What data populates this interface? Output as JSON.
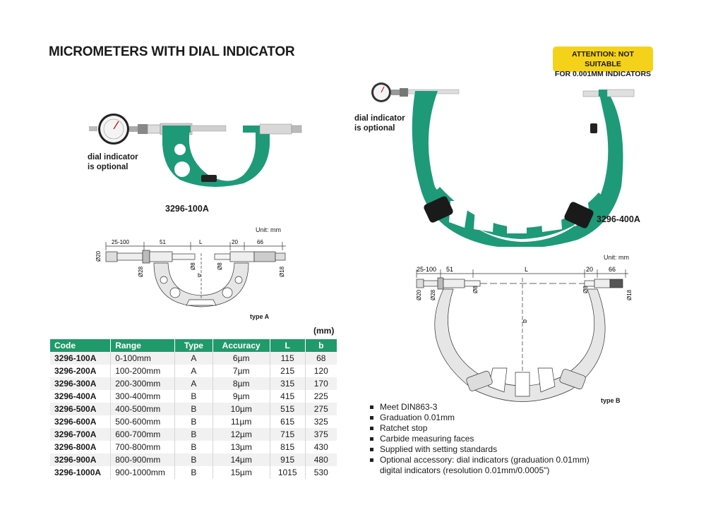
{
  "title": "MICROMETERS WITH DIAL INDICATOR",
  "attention": {
    "line1": "ATTENTION: NOT SUITABLE",
    "line2": "FOR 0.001MM INDICATORS"
  },
  "product_a": {
    "note_line1": "dial indicator",
    "note_line2": "is optional",
    "model": "3296-100A"
  },
  "product_b": {
    "note_line1": "dial indicator",
    "note_line2": "is optional",
    "model": "3296-400A"
  },
  "drawing_a": {
    "unit": "Unit: mm",
    "dims": [
      "25-100",
      "51",
      "L",
      "20",
      "66"
    ],
    "diam_left": "Ø20",
    "diam_a": "Ø28",
    "diam_b": "Ø8",
    "diam_c": "Ø8",
    "diam_right": "Ø18",
    "b": "b",
    "type": "type A"
  },
  "drawing_b": {
    "unit": "Unit: mm",
    "dims": [
      "25-100",
      "51",
      "L",
      "20",
      "66"
    ],
    "diam_left": "Ø20",
    "diam_a": "Ø28",
    "diam_b": "Ø8",
    "diam_c": "Ø8",
    "diam_right": "Ø18",
    "b": "b",
    "type": "type B"
  },
  "table": {
    "unit": "(mm)",
    "headers": [
      "Code",
      "Range",
      "Type",
      "Accuracy",
      "L",
      "b"
    ],
    "rows": [
      [
        "3296-100A",
        "0-100mm",
        "A",
        "6µm",
        "115",
        "68"
      ],
      [
        "3296-200A",
        "100-200mm",
        "A",
        "7µm",
        "215",
        "120"
      ],
      [
        "3296-300A",
        "200-300mm",
        "A",
        "8µm",
        "315",
        "170"
      ],
      [
        "3296-400A",
        "300-400mm",
        "B",
        "9µm",
        "415",
        "225"
      ],
      [
        "3296-500A",
        "400-500mm",
        "B",
        "10µm",
        "515",
        "275"
      ],
      [
        "3296-600A",
        "500-600mm",
        "B",
        "11µm",
        "615",
        "325"
      ],
      [
        "3296-700A",
        "600-700mm",
        "B",
        "12µm",
        "715",
        "375"
      ],
      [
        "3296-800A",
        "700-800mm",
        "B",
        "13µm",
        "815",
        "430"
      ],
      [
        "3296-900A",
        "800-900mm",
        "B",
        "14µm",
        "915",
        "480"
      ],
      [
        "3296-1000A",
        "900-1000mm",
        "B",
        "15µm",
        "1015",
        "530"
      ]
    ]
  },
  "features": [
    "Meet DIN863-3",
    "Graduation 0.01mm",
    "Ratchet stop",
    "Carbide measuring faces",
    "Supplied with setting standards",
    "Optional accessory: dial indicators (graduation 0.01mm)",
    "digital indicators (resolution 0.01mm/0.0005\")"
  ],
  "colors": {
    "frame_green": "#1e9a78",
    "header_green": "#219a6b",
    "attention_yellow": "#f5d21a"
  }
}
